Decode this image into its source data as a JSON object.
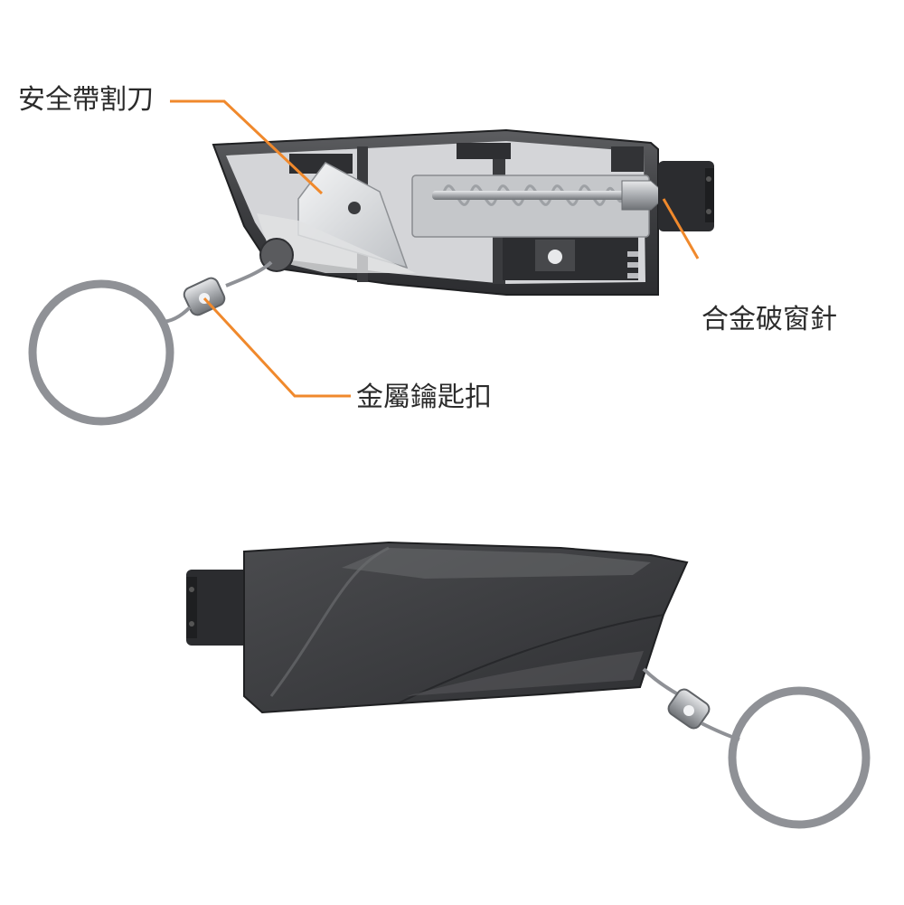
{
  "callouts": {
    "seatbelt_cutter": "安全帶割刀",
    "window_breaker_needle": "合金破窗針",
    "metal_keychain": "金屬鑰匙扣"
  },
  "colors": {
    "leader_line": "#f0892c",
    "body_dark": "#3a3a3c",
    "body_mid": "#58585b",
    "interior": "#d7d8da",
    "blade": "#e9eaec",
    "ring": "#8f9196"
  },
  "icons": [
    "cutaway-tool-illustration",
    "assembled-tool-illustration",
    "spring-icon",
    "key-ring-icon"
  ]
}
